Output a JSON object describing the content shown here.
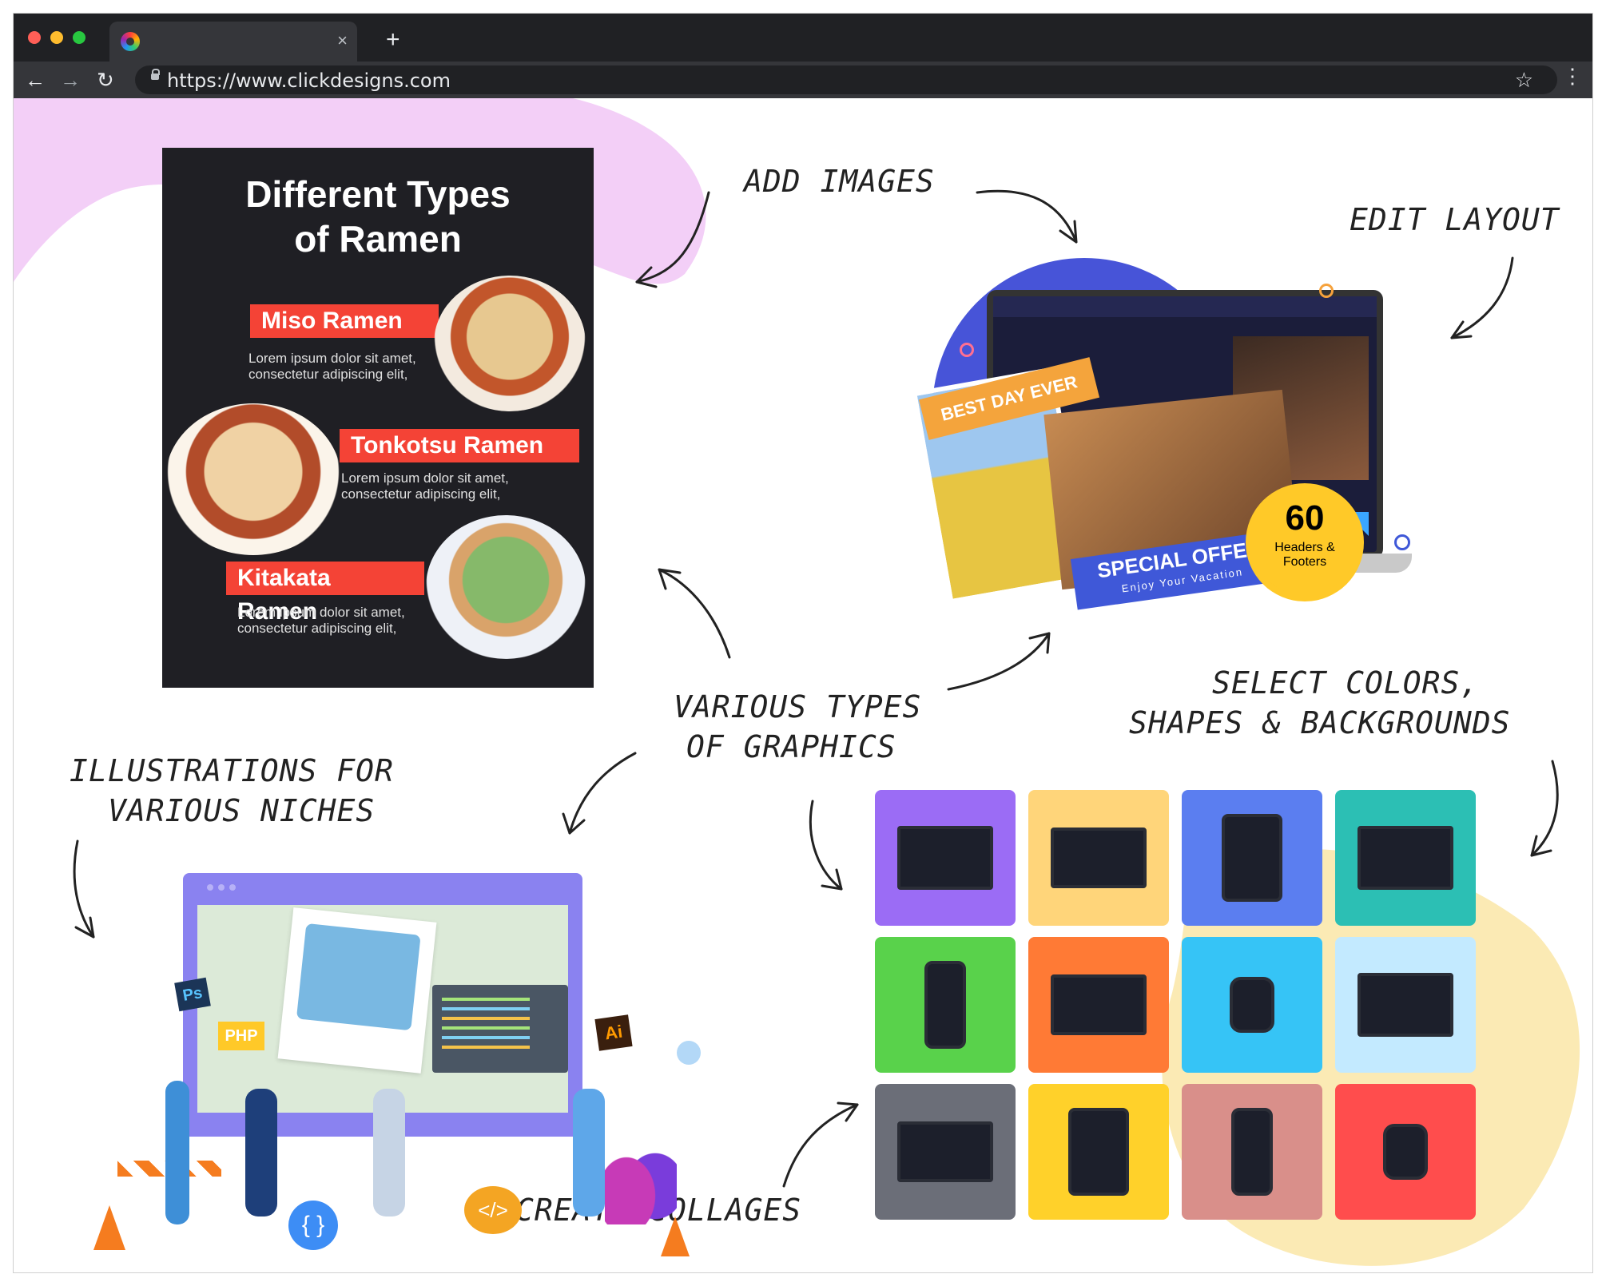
{
  "browser": {
    "tab_title": "",
    "tab_close": "×",
    "new_tab": "+",
    "back": "←",
    "forward": "→",
    "reload": "↻",
    "url": "https://www.clickdesigns.com",
    "star": "☆",
    "menu": "⋮",
    "traffic_lights": [
      "#ff5f57",
      "#febc2e",
      "#28c840"
    ]
  },
  "annotations": {
    "add_images": "ADD IMAGES",
    "edit_layout": "EDIT LAYOUT",
    "various_types_line1": "VARIOUS TYPES",
    "various_types_line2": "OF GRAPHICS",
    "select_colors_line1": "SELECT COLORS,",
    "select_colors_line2": "SHAPES & BACKGROUNDS",
    "illustrations_line1": "ILLUSTRATIONS FOR",
    "illustrations_line2": "VARIOUS NICHES",
    "create_collages": "CREATE COLLAGES"
  },
  "poster": {
    "title_line1": "Different Types",
    "title_line2": "of Ramen",
    "items": [
      {
        "name": "Miso Ramen",
        "desc_line1": "Lorem ipsum dolor sit amet,",
        "desc_line2": "consectetur adipiscing elit,"
      },
      {
        "name": "Tonkotsu Ramen",
        "desc_line1": "Lorem ipsum dolor sit amet,",
        "desc_line2": "consectetur adipiscing elit,"
      },
      {
        "name": "Kitakata Ramen",
        "desc_line1": "Lorem ipsum dolor sit amet,",
        "desc_line2": "consectetur adipiscing elit,"
      }
    ]
  },
  "laptop": {
    "banner": "BEST DAY EVER",
    "offer": "SPECIAL OFFER",
    "offer_sub": "Enjoy Your Vacation",
    "badge_number": "60",
    "badge_line1": "Headers &",
    "badge_line2": "Footers"
  },
  "tiles": [
    {
      "color": "#9b6cf5",
      "device": "monitor"
    },
    {
      "color": "#ffd57a",
      "device": "laptop"
    },
    {
      "color": "#5b7ef0",
      "device": "tablet"
    },
    {
      "color": "#2cbfb4",
      "device": "monitor"
    },
    {
      "color": "#59d24b",
      "device": "phone"
    },
    {
      "color": "#ff7a35",
      "device": "laptop"
    },
    {
      "color": "#36c4f6",
      "device": "watch"
    },
    {
      "color": "#c3eaff",
      "device": "monitor"
    },
    {
      "color": "#6b6e78",
      "device": "laptop"
    },
    {
      "color": "#ffd12a",
      "device": "tablet"
    },
    {
      "color": "#d98f8a",
      "device": "phone"
    },
    {
      "color": "#ff4d4d",
      "device": "watch"
    }
  ],
  "illustration": {
    "ps": "Ps",
    "php": "PHP",
    "ai": "Ai",
    "braces": "{ }",
    "code": "</>"
  }
}
